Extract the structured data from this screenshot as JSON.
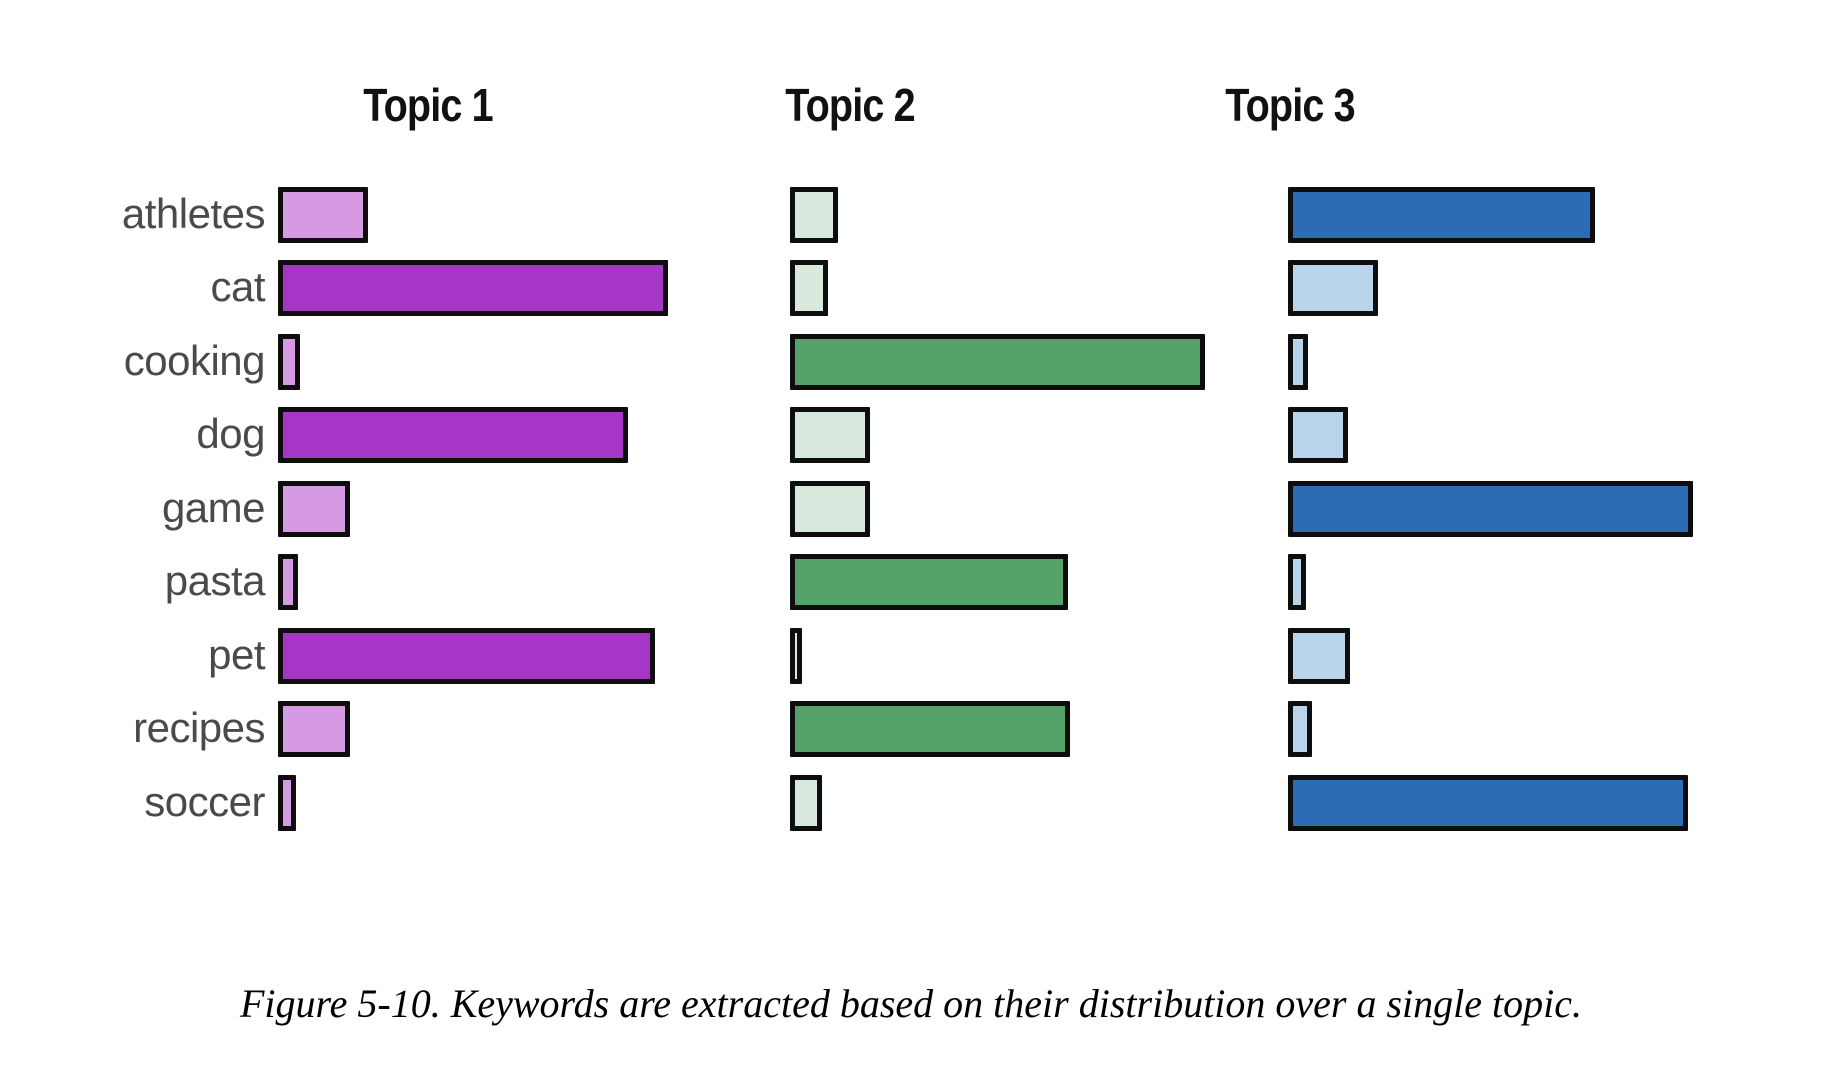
{
  "figure": {
    "caption": "Figure 5-10. Keywords are extracted based on their distribution over a single topic.",
    "background_color": "#ffffff",
    "bar_outline_color": "#0d0d0d",
    "label_color": "#4a4a4a",
    "header_color": "#111111"
  },
  "headers": [
    {
      "label": "Topic 1"
    },
    {
      "label": "Topic 2"
    },
    {
      "label": "Topic 3"
    }
  ],
  "rows": [
    {
      "label": "athletes"
    },
    {
      "label": "cat"
    },
    {
      "label": "cooking"
    },
    {
      "label": "dog"
    },
    {
      "label": "game"
    },
    {
      "label": "pasta"
    },
    {
      "label": "pet"
    },
    {
      "label": "recipes"
    },
    {
      "label": "soccer"
    }
  ],
  "chart_data": {
    "type": "bar",
    "orientation": "horizontal",
    "title": "",
    "subtitle": "",
    "xlabel": "",
    "ylabel": "",
    "grid": false,
    "legend_position": "none",
    "axis_ticks": false,
    "categories": [
      "athletes",
      "cat",
      "cooking",
      "dog",
      "game",
      "pasta",
      "pet",
      "recipes",
      "soccer"
    ],
    "series": [
      {
        "name": "Topic 1",
        "fill_high": "#a637c6",
        "fill_low": "#d69ae2",
        "values": [
          0.22,
          0.96,
          0.05,
          0.86,
          0.18,
          0.05,
          0.93,
          0.18,
          0.04
        ]
      },
      {
        "name": "Topic 2",
        "fill_high": "#55a36b",
        "fill_low": "#d8e8dd",
        "values": [
          0.12,
          0.09,
          1.0,
          0.19,
          0.19,
          0.67,
          0.03,
          0.68,
          0.08
        ]
      },
      {
        "name": "Topic 3",
        "fill_high": "#2b6cb5",
        "fill_low": "#b9d4ea",
        "values": [
          0.74,
          0.22,
          0.05,
          0.15,
          0.98,
          0.04,
          0.15,
          0.06,
          0.96
        ]
      }
    ],
    "pixel_widths": {
      "topic_1": [
        90,
        390,
        22,
        350,
        72,
        20,
        377,
        72,
        18
      ],
      "topic_2": [
        48,
        38,
        415,
        80,
        80,
        278,
        12,
        280,
        32
      ],
      "topic_3": [
        307,
        90,
        20,
        60,
        405,
        18,
        62,
        24,
        400
      ]
    },
    "fill_classes": {
      "topic_1": [
        "low",
        "high",
        "low",
        "high",
        "low",
        "low",
        "high",
        "low",
        "low"
      ],
      "topic_2": [
        "low",
        "low",
        "high",
        "low",
        "low",
        "high",
        "low",
        "high",
        "low"
      ],
      "topic_3": [
        "high",
        "low",
        "low",
        "low",
        "high",
        "low",
        "low",
        "low",
        "high"
      ]
    }
  }
}
